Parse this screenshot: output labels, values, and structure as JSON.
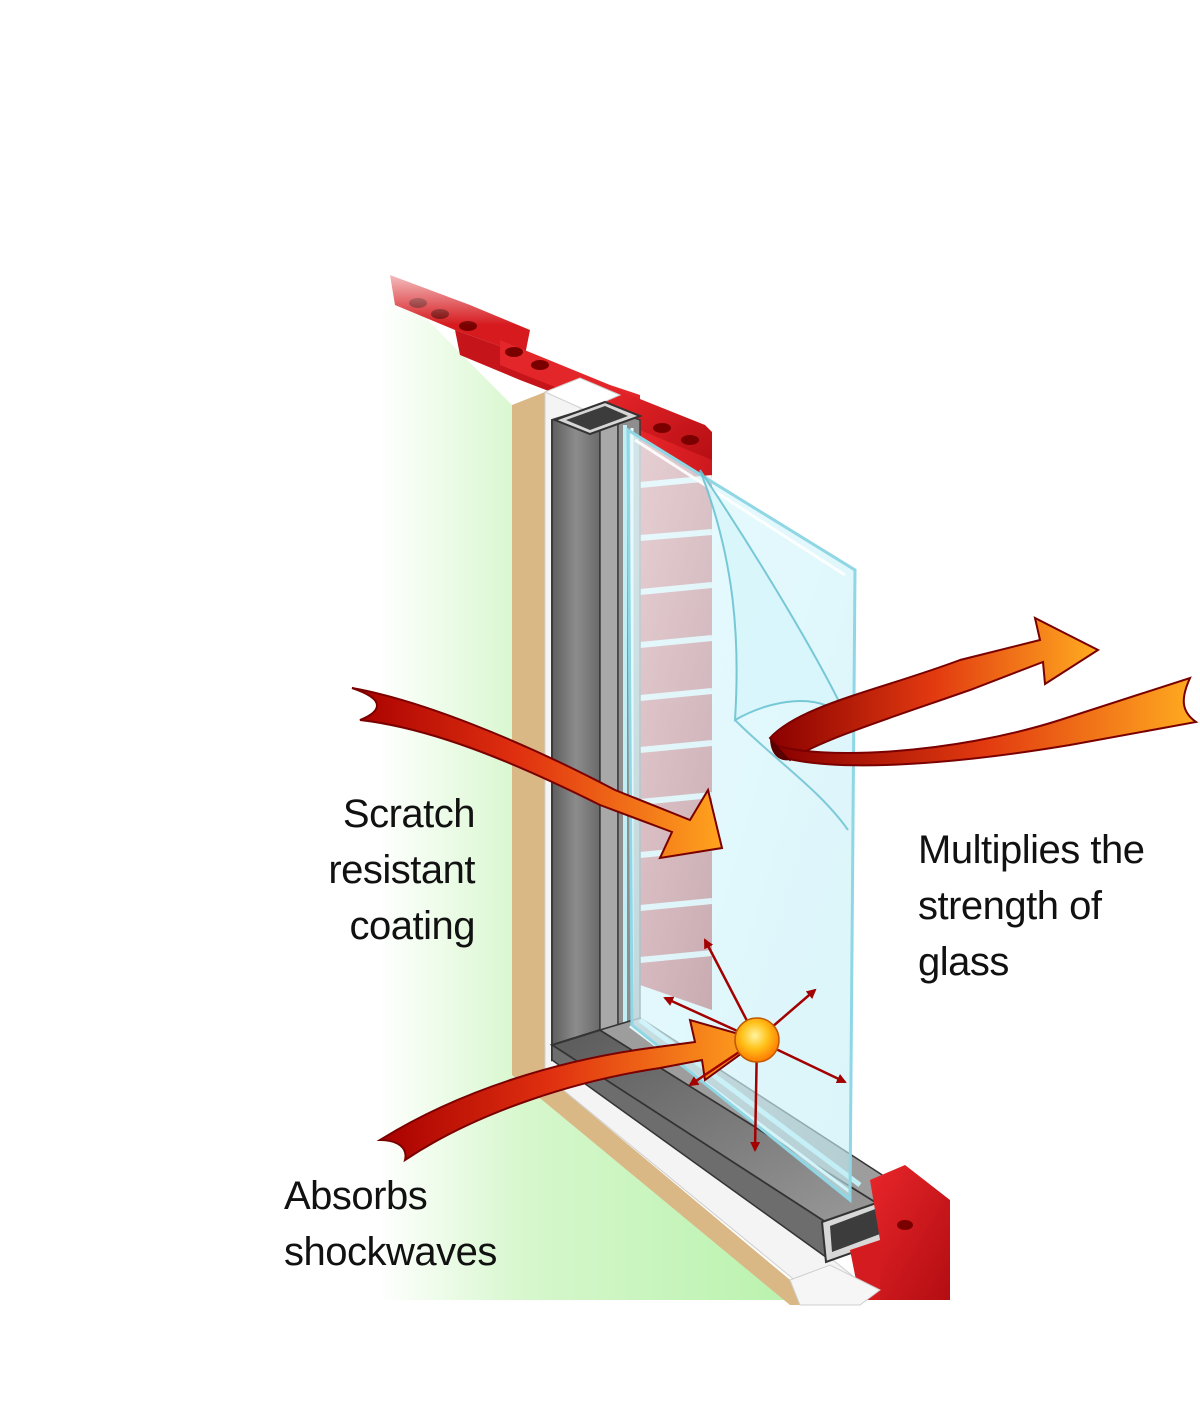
{
  "labels": {
    "scratch_coating": "Scratch\nresistant\ncoating",
    "multiplies_strength": "Multiplies the\nstrength of\nglass",
    "absorbs_shockwaves": "Absorbs\nshockwaves"
  },
  "colors": {
    "brick_red": "#d4161c",
    "mortar": "#f2f2f2",
    "drywall_green": "#bff2b4",
    "wood_tan": "#d9b886",
    "frame_grey": "#7d7d7d",
    "glass_cyan": "#bfeef5",
    "arrow_dark_red": "#b00000",
    "arrow_orange": "#ff9c1a",
    "impact_yellow": "#ffd21f"
  }
}
